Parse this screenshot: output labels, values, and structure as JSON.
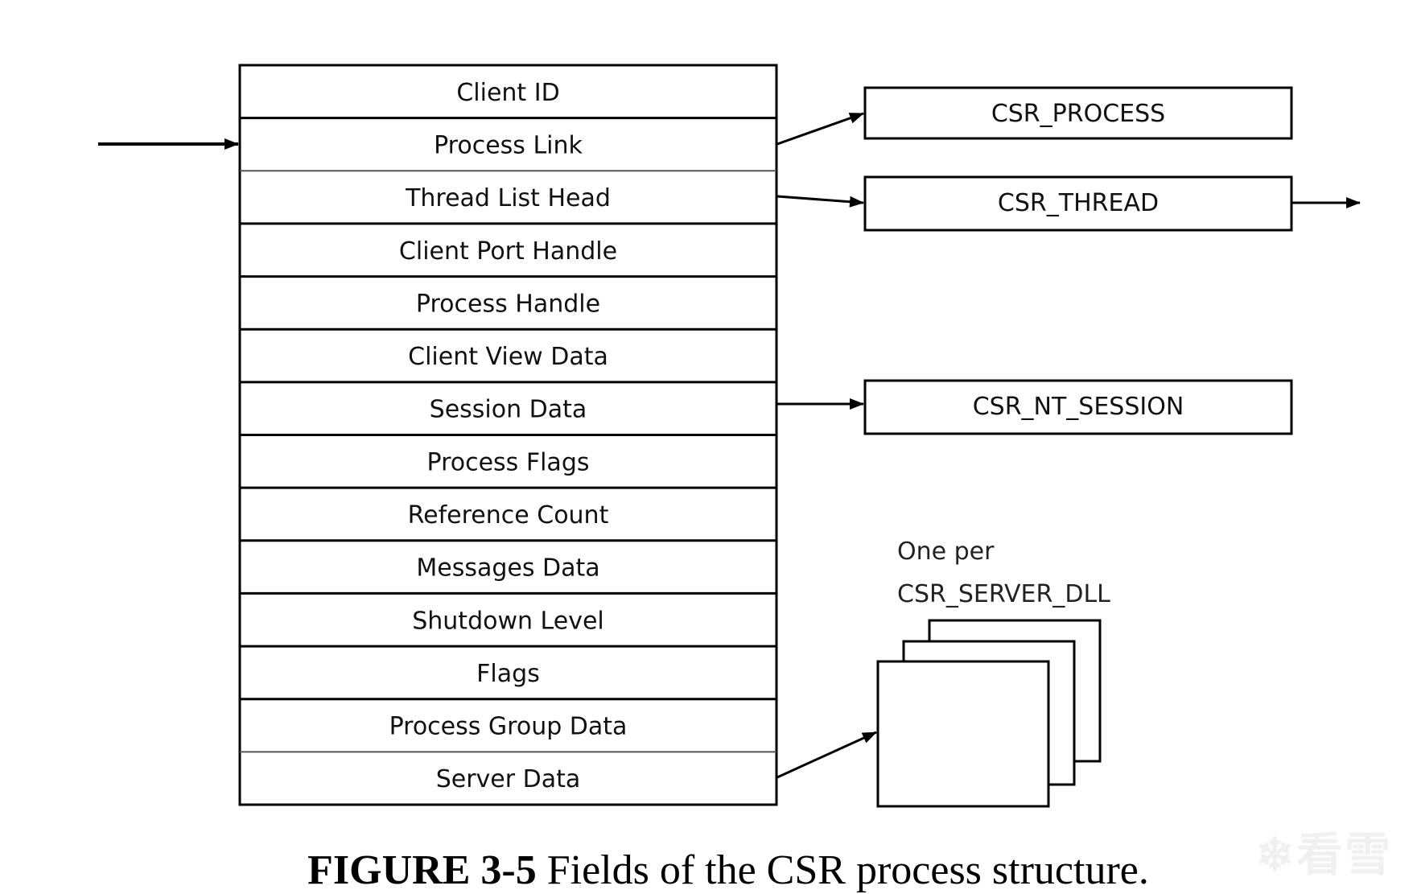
{
  "figure": {
    "label": "FIGURE 3-5",
    "caption": "Fields of the CSR process structure."
  },
  "structure_fields": [
    "Client ID",
    "Process Link",
    "Thread List Head",
    "Client Port Handle",
    "Process Handle",
    "Client View Data",
    "Session Data",
    "Process Flags",
    "Reference Count",
    "Messages Data",
    "Shutdown Level",
    "Flags",
    "Process Group Data",
    "Server Data"
  ],
  "targets": {
    "process": "CSR_PROCESS",
    "thread": "CSR_THREAD",
    "session": "CSR_NT_SESSION"
  },
  "server_dll_note": {
    "line1": "One per",
    "line2": "CSR_SERVER_DLL"
  },
  "links": [
    {
      "from": "Process Link",
      "to": "CSR_PROCESS"
    },
    {
      "from": "Thread List Head",
      "to": "CSR_THREAD"
    },
    {
      "from": "Session Data",
      "to": "CSR_NT_SESSION"
    },
    {
      "from": "Server Data",
      "to": "CSR_SERVER_DLL"
    }
  ],
  "watermark": {
    "icon": "snowflake-icon",
    "text": "看雪"
  }
}
